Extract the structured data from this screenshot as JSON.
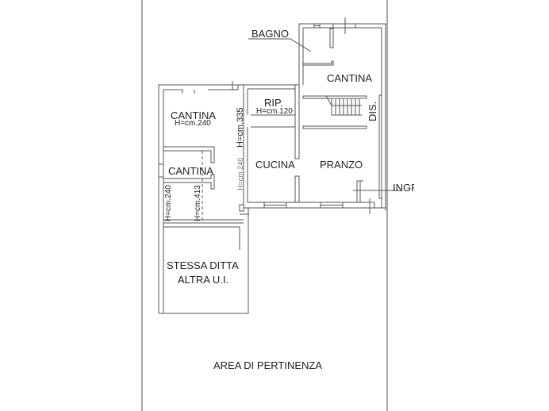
{
  "drawing": {
    "type": "floor-plan",
    "stroke_color": "#555555",
    "boundary_color": "#a0a0a0",
    "background": "#ffffff"
  },
  "rooms": {
    "bagno": "BAGNO",
    "cantina_top": "CANTINA",
    "rip": "RIP.",
    "rip_height": "H=cm.120",
    "dis": "DIS.",
    "cantina_left": "CANTINA",
    "cantina_left_height": "H=cm.240",
    "h335": "H=cm.335",
    "h240_gray": "H=cm 240",
    "cantina_small": "CANTINA",
    "h240_small": "H=cm.240",
    "h413": "H=cm.413",
    "cucina": "CUCINA",
    "pranzo": "PRANZO",
    "ingresso": "INGR",
    "stessa_ditta_line1": "STESSA DITTA",
    "stessa_ditta_line2": "ALTRA U.I.",
    "area_pertinenza": "AREA DI PERTINENZA"
  }
}
